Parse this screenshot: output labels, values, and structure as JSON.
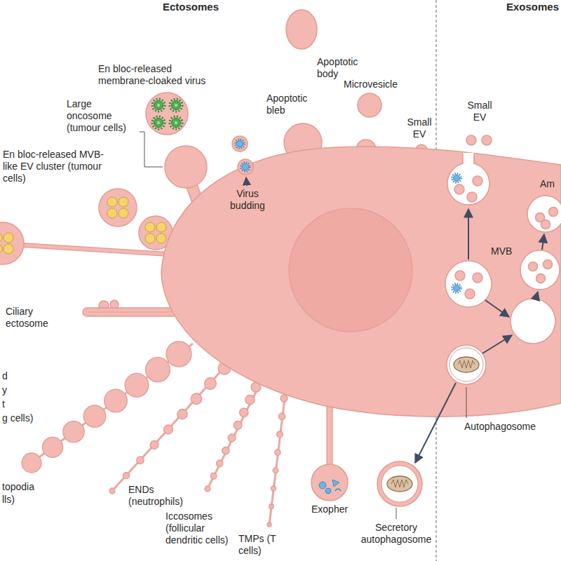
{
  "diagram": {
    "labels": [
      "Ectosomes",
      "Exosomes",
      "Apoptotic body",
      "En bloc-released membrane-cloaked virus",
      "Large oncosome (tumour cells)",
      "Apoptotic bleb",
      "Microvesicle",
      "Small EV",
      "En bloc-released MVB-like EV cluster (tumour cells)",
      "Virus budding",
      "Small EV",
      "Am",
      "MVB",
      "Ciliary ectosome",
      "d",
      "y",
      "t",
      "g cells)",
      "Autophagosome",
      "topodia",
      "lls)",
      "ENDs (neutrophils)",
      "Iccosomes (follicular dendritic cells)",
      "Exopher",
      "TMPs (T cells)",
      "Secretory autophagosome"
    ]
  }
}
